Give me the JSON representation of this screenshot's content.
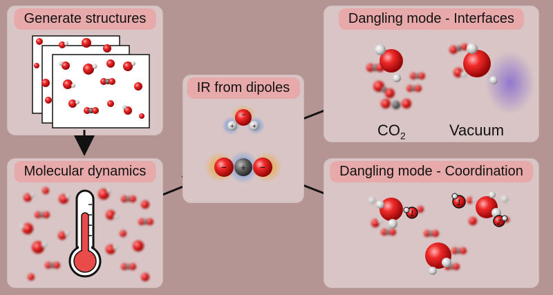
{
  "panels": {
    "generate": {
      "title": "Generate structures"
    },
    "md": {
      "title": "Molecular dynamics"
    },
    "ir": {
      "title": "IR from dipoles"
    },
    "interfaces": {
      "title": "Dangling mode - Interfaces",
      "co2_label": "CO",
      "co2_sub": "2",
      "vacuum_label": "Vacuum"
    },
    "coordination": {
      "title": "Dangling mode - Coordination",
      "markers": [
        "1",
        "1",
        "2"
      ]
    }
  },
  "charges": {
    "minus": "−",
    "plus": "+"
  },
  "colors": {
    "background": "#b59594",
    "panel": "#d9c5c5",
    "title_bg": "#e7a9aa",
    "oxygen": "#e52222",
    "hydrogen": "#d8d8d8",
    "carbon": "#666666"
  }
}
